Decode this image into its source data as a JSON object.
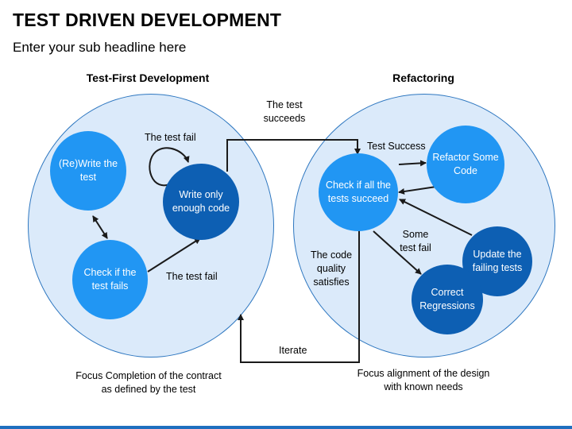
{
  "header": {
    "title": "TEST DRIVEN DEVELOPMENT",
    "subtitle": "Enter your sub headline here"
  },
  "left": {
    "heading": "Test-First Development",
    "caption": "Focus Completion of the contract as defined by the test",
    "nodes": {
      "rewrite": "(Re)Write the test",
      "check_fails": "Check if the test fails",
      "write_code": "Write only enough code"
    },
    "labels": {
      "test_fail_loop": "The test fail",
      "test_fail": "The test fail"
    }
  },
  "right": {
    "heading": "Refactoring",
    "caption": "Focus alignment of the design with known needs",
    "nodes": {
      "check_all": "Check if all the tests succeed",
      "refactor": "Refactor Some Code",
      "update": "Update the failing tests",
      "correct": "Correct Regressions"
    },
    "labels": {
      "test_success": "Test Success",
      "some_fail": "Some test fail"
    }
  },
  "middle": {
    "succeeds": "The test succeeds",
    "quality": "The code quality satisfies",
    "iterate": "Iterate"
  },
  "colors": {
    "circle_fill": "#dbeafa",
    "circle_stroke": "#2e77c0",
    "node_light": "#2196f3",
    "node_dark": "#0d5fb3",
    "arrow": "#1a1a1a"
  }
}
